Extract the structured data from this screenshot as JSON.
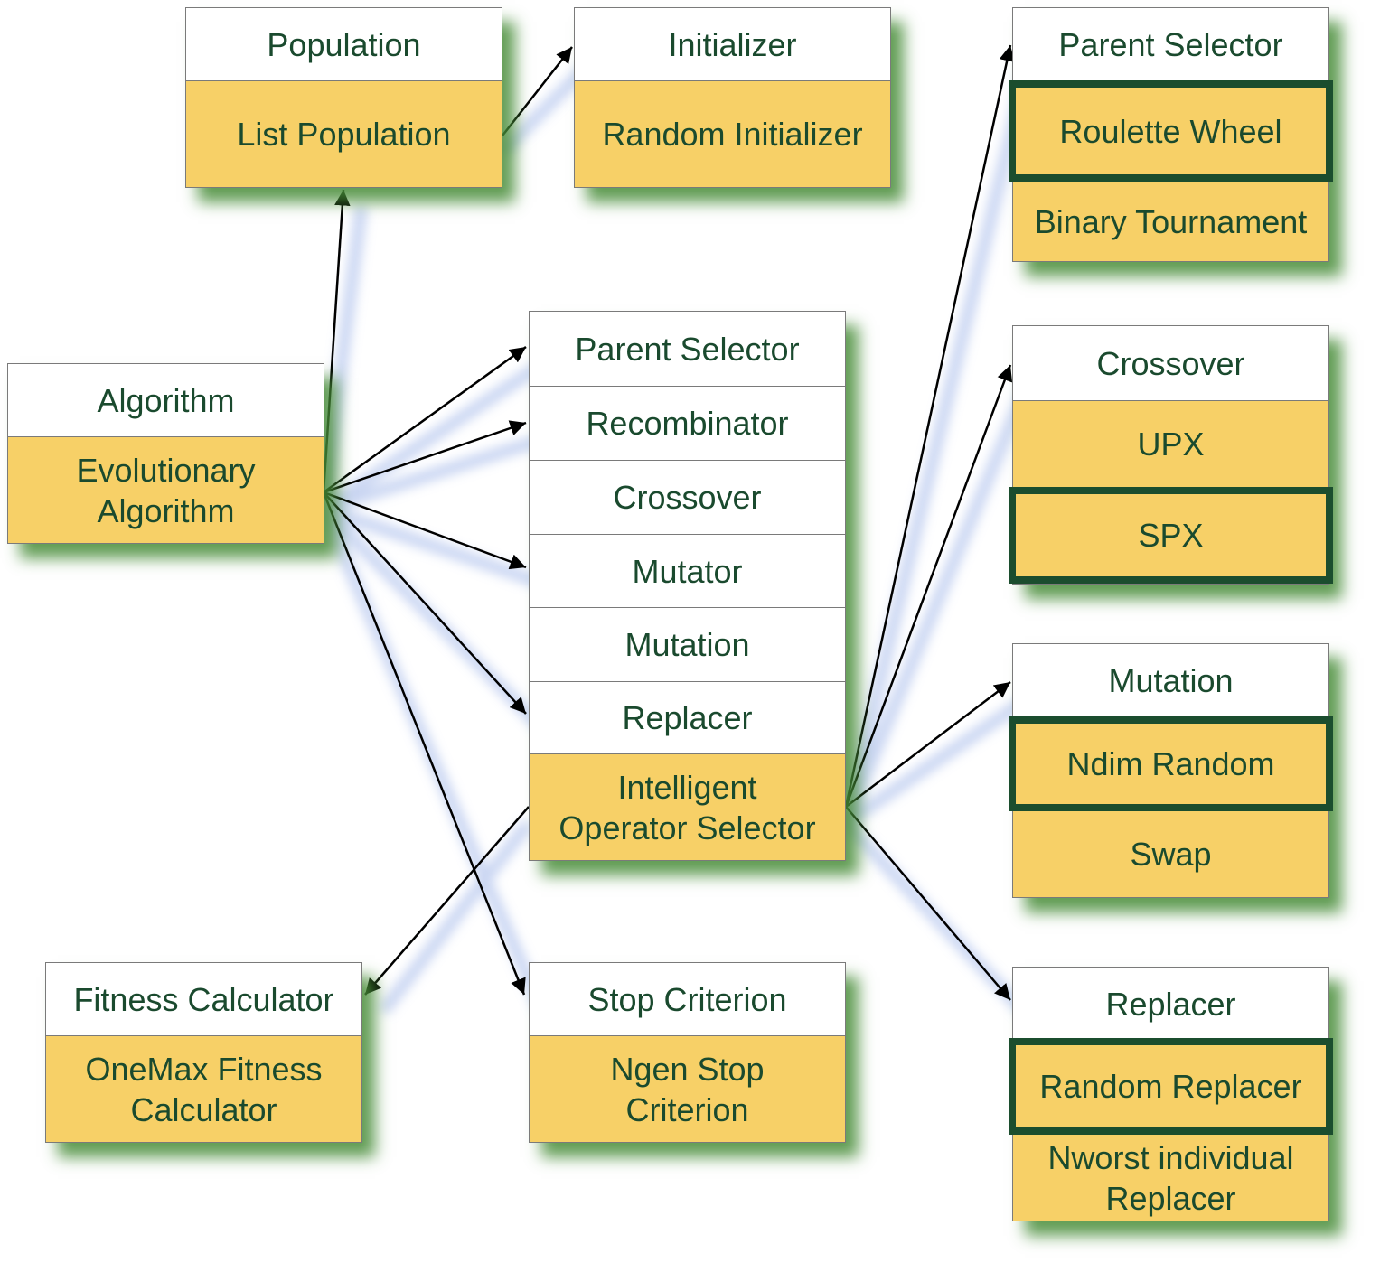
{
  "population": {
    "title": "Population",
    "impl": "List Population"
  },
  "initializer": {
    "title": "Initializer",
    "impl": "Random Initializer"
  },
  "algorithm": {
    "title": "Algorithm",
    "impl_line1": "Evolutionary",
    "impl_line2": "Algorithm"
  },
  "operator_selector": {
    "items": [
      "Parent Selector",
      "Recombinator",
      "Crossover",
      "Mutator",
      "Mutation",
      "Replacer"
    ],
    "impl_line1": "Intelligent",
    "impl_line2": "Operator Selector"
  },
  "fitness": {
    "title": "Fitness Calculator",
    "impl_line1": "OneMax Fitness",
    "impl_line2": "Calculator"
  },
  "stop": {
    "title": "Stop Criterion",
    "impl_line1": "Ngen Stop",
    "impl_line2": "Criterion"
  },
  "parent_selector": {
    "title": "Parent Selector",
    "options": [
      "Roulette Wheel",
      "Binary Tournament"
    ],
    "selected": "Roulette Wheel"
  },
  "crossover": {
    "title": "Crossover",
    "options": [
      "UPX",
      "SPX"
    ],
    "selected": "SPX"
  },
  "mutation": {
    "title": "Mutation",
    "options": [
      "Ndim Random",
      "Swap"
    ],
    "selected": "Ndim Random"
  },
  "replacer": {
    "title": "Replacer",
    "options": [
      "Random Replacer"
    ],
    "option_multiline_line1": "Nworst individual",
    "option_multiline_line2": "Replacer",
    "selected": "Random Replacer"
  },
  "colors": {
    "implementation_fill": "#f7d067",
    "text": "#1a4a2e",
    "shadow": "#468c37",
    "selected_border": "#1b4d2e"
  }
}
